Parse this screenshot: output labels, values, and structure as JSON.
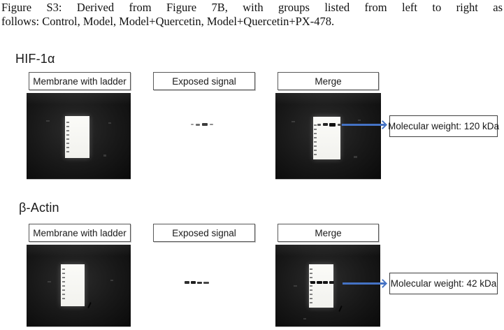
{
  "caption": {
    "line1": "Figure S3: Derived from Figure 7B, with groups listed from left to right as",
    "line2": "follows: Control, Model, Model+Quercetin, Model+Quercetin+PX-478."
  },
  "sections": [
    {
      "label": "HIF-1α",
      "panel_headers": [
        "Membrane with ladder",
        "Exposed signal",
        "Merge"
      ],
      "annotation_label": "Molecular weight: 120 kDa"
    },
    {
      "label": "β-Actin",
      "panel_headers": [
        "Membrane with ladder",
        "Exposed signal",
        "Merge"
      ],
      "annotation_label": "Molecular weight: 42 kDa"
    }
  ],
  "colors": {
    "arrow": "#4472c4",
    "blot_background": "#141414",
    "membrane": "#f7f7f3"
  }
}
